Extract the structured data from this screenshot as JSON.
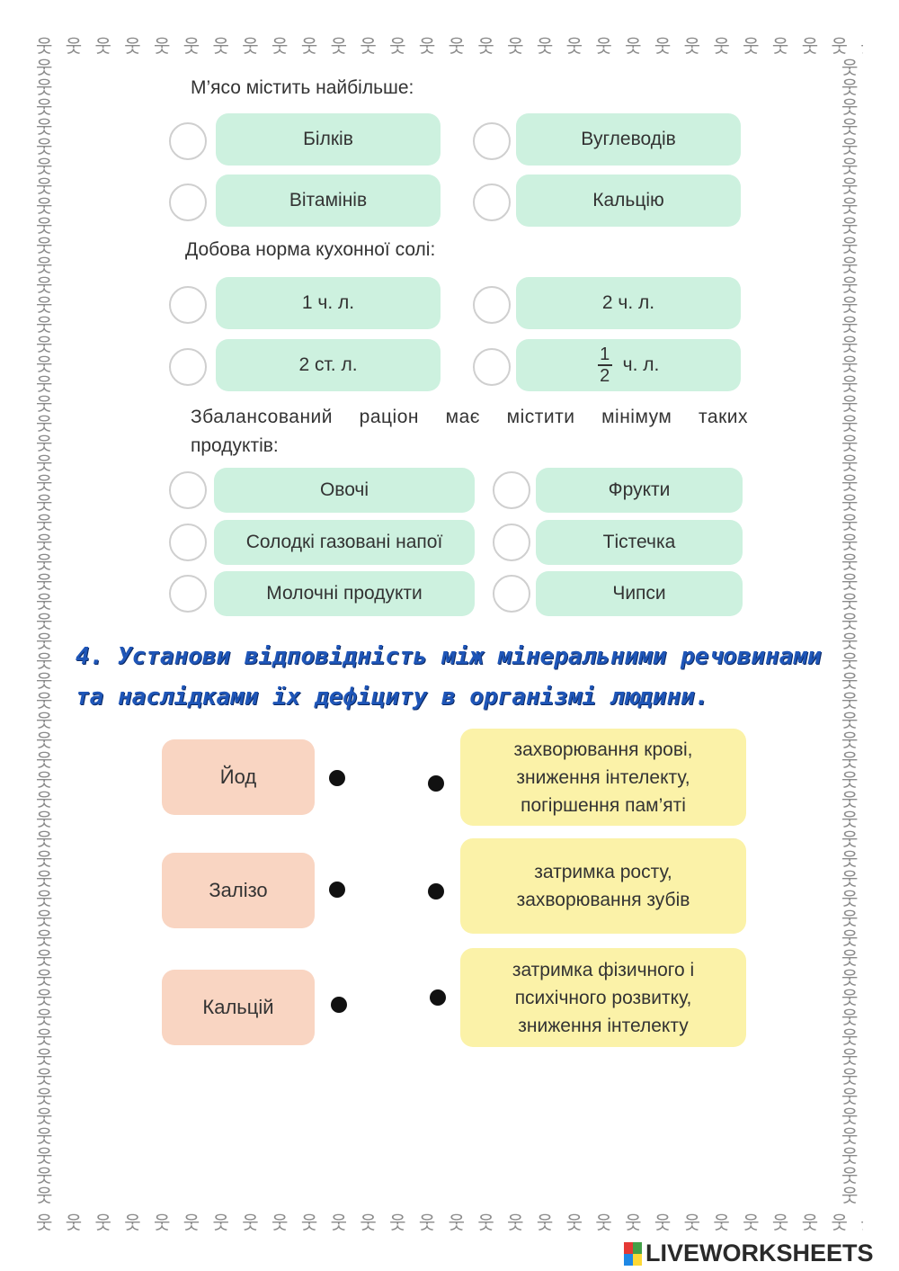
{
  "border": {
    "top": "웃 웃 웃 웃 웃 웃 웃 웃 웃 웃 웃 웃 웃 웃 웃 웃 웃 웃 웃 웃 웃 웃 웃 웃 웃 웃 웃 웃 웃 웃 웃 웃 웃 웃 웃 웃 웃 웃",
    "side": "웃웃웃웃웃웃웃웃웃웃웃웃웃웃웃웃웃웃웃웃웃웃웃웃웃웃웃웃웃웃웃웃웃웃웃웃웃웃웃웃웃웃웃웃웃웃웃웃웃웃웃웃웃웃웃웃웃웃"
  },
  "q1": {
    "question": "М’ясо містить найбільше:",
    "options": [
      "Білків",
      "Вуглеводів",
      "Вітамінів",
      "Кальцію"
    ]
  },
  "q2": {
    "question": "Добова норма кухонної солі:",
    "options": [
      "1 ч. л.",
      "2 ч. л.",
      "2 ст. л."
    ],
    "fraction_option": {
      "numerator": "1",
      "denominator": "2",
      "suffix": "ч. л."
    }
  },
  "q3": {
    "question_line1": "Збалансований раціон має містити мінімум таких",
    "question_line2": "продуктів:",
    "options": [
      "Овочі",
      "Фрукти",
      "Солодкі газовані напої",
      "Тістечка",
      "Молочні продукти",
      "Чипси"
    ]
  },
  "task4": {
    "line1": "4. Установи відповідність між мінеральними речовинами",
    "line2": "та наслідками їх дефіциту в організмі людини."
  },
  "matching": {
    "left": [
      "Йод",
      "Залізо",
      "Кальцій"
    ],
    "right": [
      [
        "захворювання крові,",
        "зниження інтелекту,",
        "погіршення пам’яті"
      ],
      [
        "затримка росту,",
        "захворювання зубів"
      ],
      [
        "затримка фізичного і",
        "психічного розвитку,",
        "зниження інтелекту"
      ]
    ]
  },
  "footer": {
    "logo_letters": [
      "L",
      "I",
      "V",
      "E"
    ],
    "logo_text": "LIVEWORKSHEETS",
    "logo_colors": [
      "#e53935",
      "#43a047",
      "#1e88e5",
      "#fdd835"
    ]
  }
}
